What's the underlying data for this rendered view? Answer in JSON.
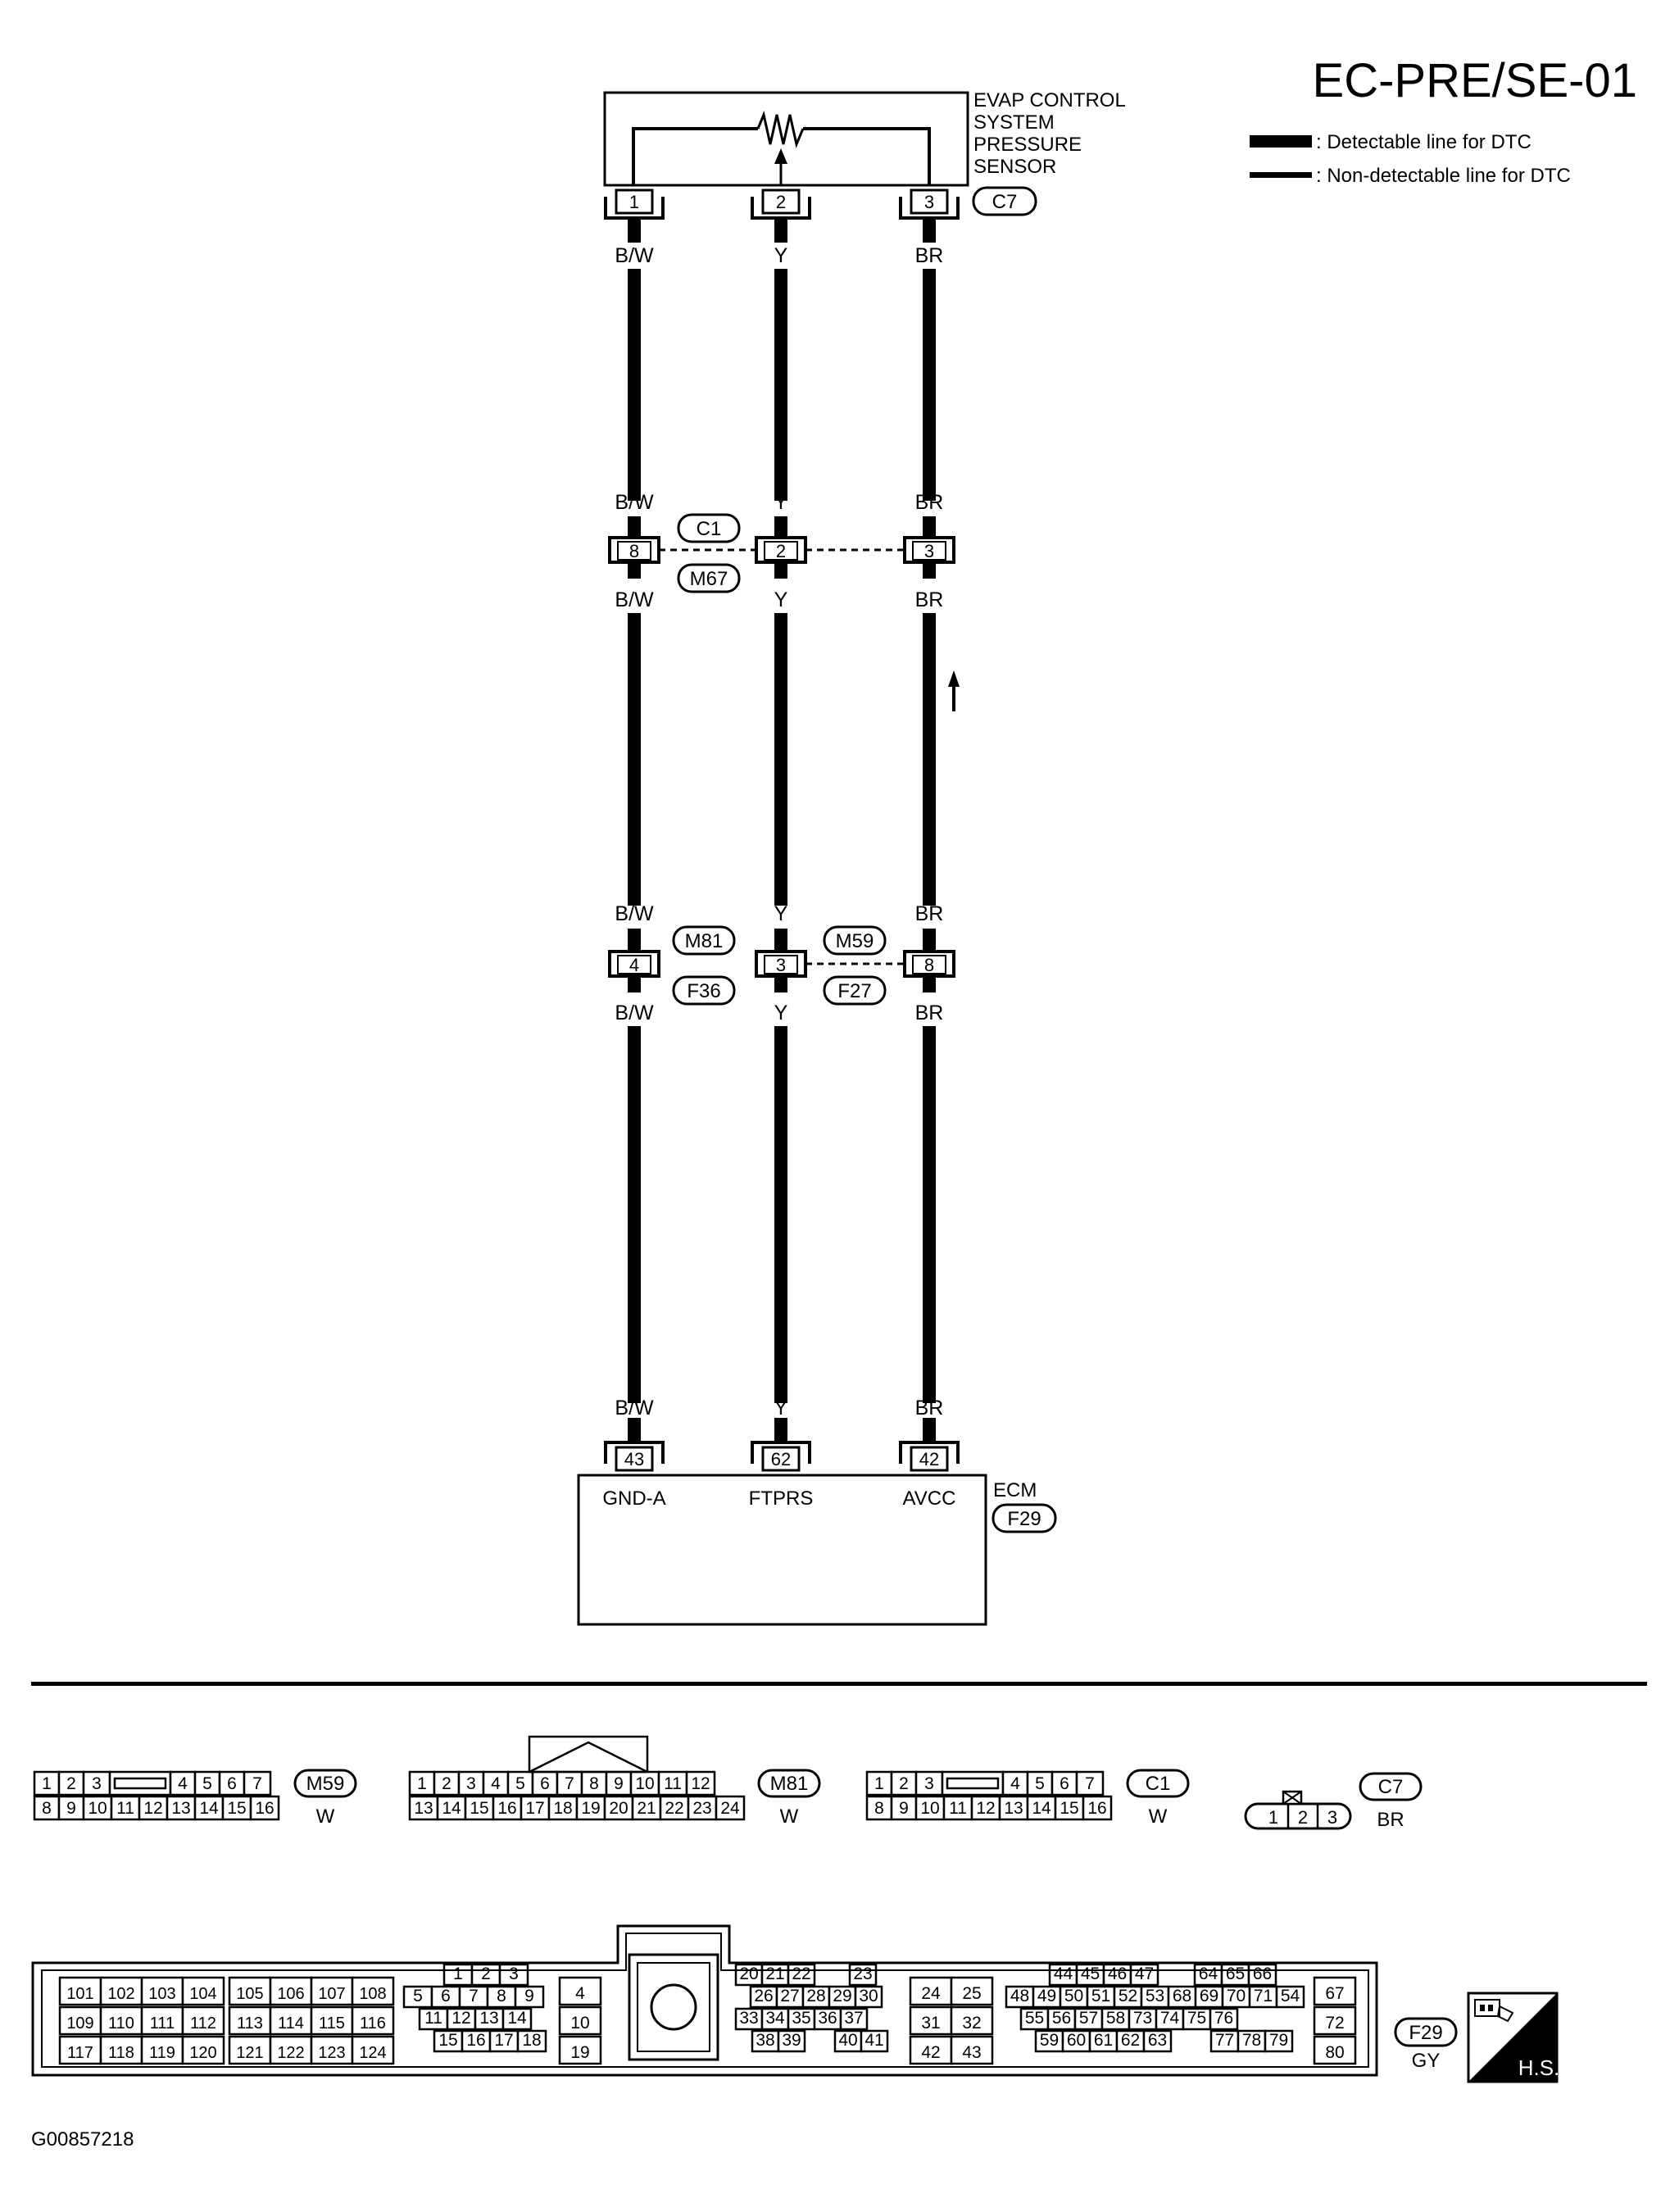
{
  "page_id": "EC-PRE/SE-01",
  "legend": {
    "detectable": ": Detectable line for DTC",
    "non_detectable": ": Non-detectable line for DTC"
  },
  "sensor": {
    "name_lines": [
      "EVAP CONTROL",
      "SYSTEM",
      "PRESSURE",
      "SENSOR"
    ],
    "connector_id": "C7",
    "pins": [
      "1",
      "2",
      "3"
    ]
  },
  "wires": [
    {
      "color": "B/W",
      "top_pin": "1",
      "joint1_pin": "8",
      "joint2_pin": "4",
      "ecm_pin": "43",
      "ecm_label": "GND-A"
    },
    {
      "color": "Y",
      "top_pin": "2",
      "joint1_pin": "2",
      "joint2_pin": "3",
      "ecm_pin": "62",
      "ecm_label": "FTPRS"
    },
    {
      "color": "BR",
      "top_pin": "3",
      "joint1_pin": "3",
      "joint2_pin": "8",
      "ecm_pin": "42",
      "ecm_label": "AVCC"
    }
  ],
  "joint1": {
    "connector_top": "C1",
    "connector_bottom": "M67"
  },
  "joint2": {
    "left_top": "M81",
    "left_bottom": "F36",
    "right_top": "M59",
    "right_bottom": "F27"
  },
  "ecm": {
    "name": "ECM",
    "connector_id": "F29"
  },
  "connector_views": {
    "m59": {
      "id": "M59",
      "color": "W",
      "row1": [
        "1",
        "2",
        "3",
        "",
        "4",
        "5",
        "6",
        "7"
      ],
      "row2": [
        "8",
        "9",
        "10",
        "11",
        "12",
        "13",
        "14",
        "15",
        "16"
      ]
    },
    "m81": {
      "id": "M81",
      "color": "W",
      "row1": [
        "1",
        "2",
        "3",
        "4",
        "5",
        "6",
        "7",
        "8",
        "9",
        "10",
        "11",
        "12"
      ],
      "row2": [
        "13",
        "14",
        "15",
        "16",
        "17",
        "18",
        "19",
        "20",
        "21",
        "22",
        "23",
        "24"
      ]
    },
    "c1": {
      "id": "C1",
      "color": "W",
      "row1": [
        "1",
        "2",
        "3",
        "",
        "4",
        "5",
        "6",
        "7"
      ],
      "row2": [
        "8",
        "9",
        "10",
        "11",
        "12",
        "13",
        "14",
        "15",
        "16"
      ]
    },
    "c7": {
      "id": "C7",
      "color": "BR",
      "pins": [
        "1",
        "2",
        "3"
      ]
    },
    "f29": {
      "id": "F29",
      "color": "GY",
      "blocks": [
        [
          "101",
          "102",
          "103",
          "104",
          "109",
          "110",
          "111",
          "112",
          "117",
          "118",
          "119",
          "120"
        ],
        [
          "105",
          "106",
          "107",
          "108",
          "113",
          "114",
          "115",
          "116",
          "121",
          "122",
          "123",
          "124"
        ],
        [
          "1",
          "2",
          "3",
          "5",
          "6",
          "7",
          "8",
          "9",
          "11",
          "12",
          "13",
          "14",
          "15",
          "16",
          "17",
          "18"
        ],
        [
          "4",
          "10",
          "19"
        ],
        [
          "20",
          "21",
          "22",
          "23",
          "26",
          "27",
          "28",
          "29",
          "30",
          "33",
          "34",
          "35",
          "36",
          "37",
          "38",
          "39",
          "40",
          "41"
        ],
        [
          "24",
          "25",
          "31",
          "32",
          "42",
          "43"
        ],
        [
          "44",
          "45",
          "46",
          "47",
          "64",
          "65",
          "66",
          "48",
          "49",
          "50",
          "51",
          "52",
          "53",
          "68",
          "69",
          "70",
          "71",
          "54",
          "55",
          "56",
          "57",
          "58",
          "73",
          "74",
          "75",
          "76",
          "59",
          "60",
          "61",
          "62",
          "63",
          "77",
          "78",
          "79"
        ],
        [
          "67",
          "72",
          "80"
        ]
      ]
    }
  },
  "hs_label": "H.S.",
  "figure_code": "G00857218"
}
